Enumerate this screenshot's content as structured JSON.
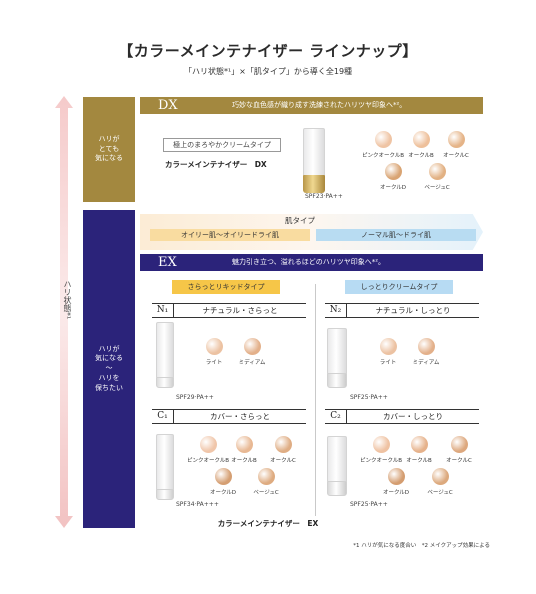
{
  "header": {
    "title": "【カラーメインテナイザー ラインナップ】",
    "subtitle": "「ハリ状態*¹」×「肌タイプ」から導く全19種"
  },
  "axis": {
    "label": "ハリ状態*¹"
  },
  "colors": {
    "gold": "#a3883f",
    "navy": "#2b237a",
    "liquid": "#f6c648",
    "cream": "#b7dbf3",
    "arrow": "#f3c8c8"
  },
  "dx": {
    "side": [
      "ハリが",
      "とても",
      "気になる"
    ],
    "code": "DX",
    "desc": "巧妙な血色感が織り成す洗練されたハリツヤ印象へ*²。",
    "tag": "極上のまろやかクリームタイプ",
    "name": "カラーメインテナイザー　DX",
    "spf": "SPF23·PA++",
    "shades": [
      {
        "label": "ピンクオークルB",
        "color": "#efc4a4"
      },
      {
        "label": "オークルB",
        "color": "#eec09b"
      },
      {
        "label": "オークルC",
        "color": "#e5b488"
      },
      {
        "label": "オークルD",
        "color": "#d9a473"
      },
      {
        "label": "ベージュC",
        "color": "#e2b183"
      }
    ]
  },
  "skin": {
    "title": "肌タイプ",
    "oily": "オイリー肌〜オイリードライ肌",
    "dry": "ノーマル肌〜ドライ肌"
  },
  "ex": {
    "side": [
      "ハリが",
      "気になる",
      "〜",
      "ハリを",
      "保ちたい"
    ],
    "code": "EX",
    "desc": "魅力引き立つ、溢れるほどのハリツヤ印象へ*²。",
    "type_liquid": "さらっとリキッドタイプ",
    "type_cream": "しっとりクリームタイプ",
    "name": "カラーメインテナイザー　EX",
    "n1": {
      "code": "N₁",
      "name": "ナチュラル・さらっと",
      "spf": "SPF29·PA++",
      "shades": [
        {
          "label": "ライト",
          "color": "#ecc2a2"
        },
        {
          "label": "ミディアム",
          "color": "#e3b08a"
        }
      ]
    },
    "n2": {
      "code": "N₂",
      "name": "ナチュラル・しっとり",
      "spf": "SPF25·PA++",
      "shades": [
        {
          "label": "ライト",
          "color": "#ecc2a2"
        },
        {
          "label": "ミディアム",
          "color": "#e3b08a"
        }
      ]
    },
    "c1": {
      "code": "C₁",
      "name": "カバー・さらっと",
      "spf": "SPF34·PA+++",
      "shades": [
        {
          "label": "ピンクオークルB",
          "color": "#f0c6aa"
        },
        {
          "label": "オークルB",
          "color": "#e8b893"
        },
        {
          "label": "オークルC",
          "color": "#dfad84"
        },
        {
          "label": "オークルD",
          "color": "#d59f73"
        },
        {
          "label": "ベージュC",
          "color": "#deab80"
        }
      ]
    },
    "c2": {
      "code": "C₂",
      "name": "カバー・しっとり",
      "spf": "SPF25·PA++",
      "shades": [
        {
          "label": "ピンクオークルB",
          "color": "#efc2a2"
        },
        {
          "label": "オークルB",
          "color": "#e6b28b"
        },
        {
          "label": "オークルC",
          "color": "#dda87e"
        },
        {
          "label": "オークルD",
          "color": "#d49d70"
        },
        {
          "label": "ベージュC",
          "color": "#dca97d"
        }
      ]
    }
  },
  "footnote": "*1 ハリが気になる度合い　*2 メイクアップ効果による"
}
